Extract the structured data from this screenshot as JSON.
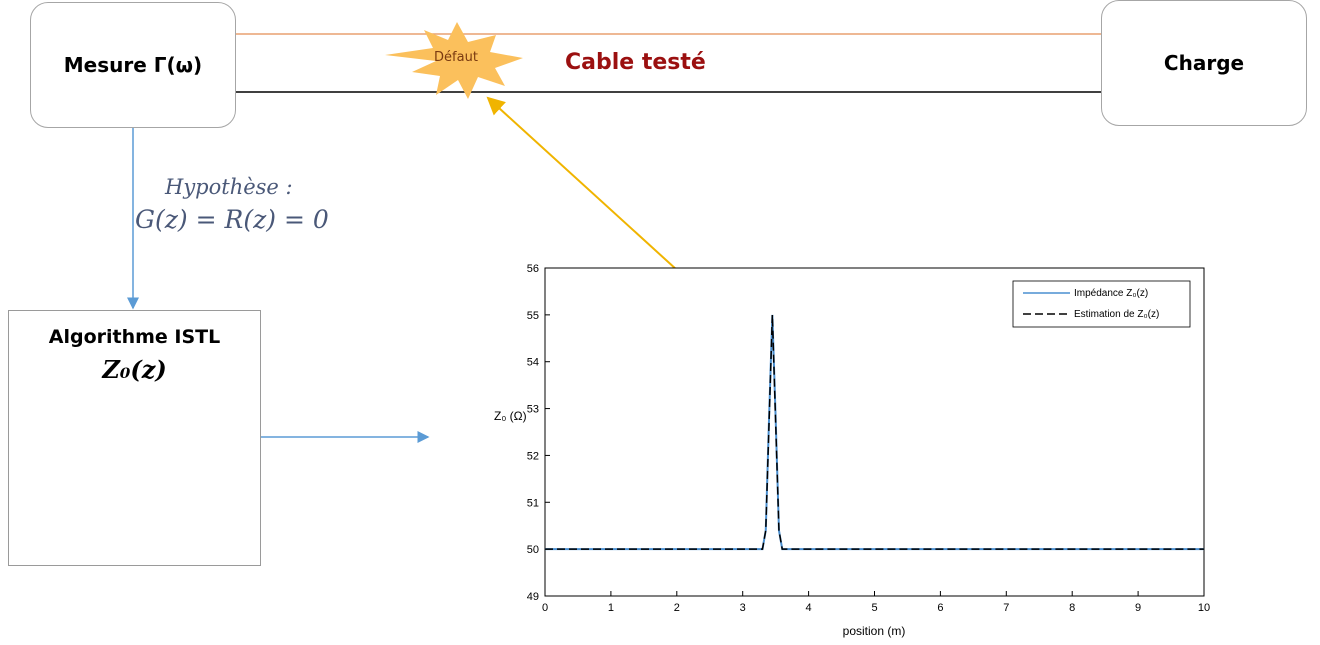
{
  "diagram": {
    "measure_box": "Mesure Γ(ω)",
    "load_box": "Charge",
    "cable_label": "Cable testé",
    "defect_label": "Défaut",
    "hypothesis_title": "Hypothèse :",
    "hypothesis_equation": "G(z) = R(z) = 0",
    "algorithm_title": "Algorithme ISTL",
    "algorithm_output": "Z₀(z)",
    "colors": {
      "cable_top": "#e8a070",
      "cable_bottom": "#000000",
      "defect_burst": "#fbc05c",
      "cable_label": "#9b1010",
      "flow_arrow": "#5b9bd5",
      "defect_pointer": "#f0b400",
      "hypothesis_text": "#4a5878"
    }
  },
  "chart_data": {
    "type": "line",
    "xlabel": "position (m)",
    "ylabel": "Z₀ (Ω)",
    "xlim": [
      0,
      10
    ],
    "ylim": [
      49,
      56
    ],
    "xticks": [
      "0",
      "1",
      "2",
      "3",
      "4",
      "5",
      "6",
      "7",
      "8",
      "9",
      "10"
    ],
    "yticks": [
      "49",
      "50",
      "51",
      "52",
      "53",
      "54",
      "55",
      "56"
    ],
    "grid": false,
    "legend_position": "top-right",
    "series": [
      {
        "name": "Impédance Z₀(z)",
        "style": "solid",
        "color": "#4a8fd0",
        "x": [
          0,
          3.3,
          3.35,
          3.4,
          3.45,
          3.5,
          3.55,
          3.6,
          10
        ],
        "y": [
          50,
          50,
          50.4,
          52.8,
          55,
          52.8,
          50.4,
          50,
          50
        ]
      },
      {
        "name": "Estimation de Z₀(z)",
        "style": "dashed",
        "color": "#000000",
        "x": [
          0,
          3.3,
          3.35,
          3.4,
          3.45,
          3.5,
          3.55,
          3.6,
          10
        ],
        "y": [
          50,
          50,
          50.4,
          52.7,
          55,
          52.7,
          50.4,
          50,
          50
        ]
      }
    ]
  }
}
